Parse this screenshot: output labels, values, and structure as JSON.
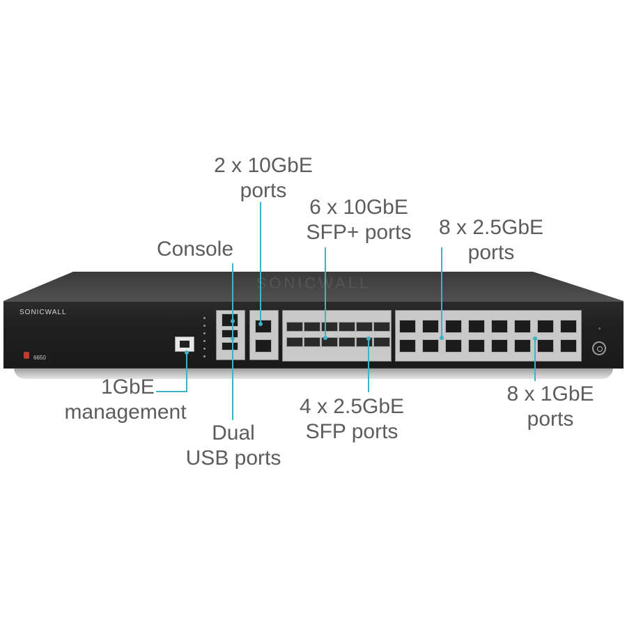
{
  "device": {
    "brand": "SONICWALL",
    "model": "6650"
  },
  "callouts": {
    "ten_gbe_2": {
      "line1": "2 x 10GbE",
      "line2": "ports"
    },
    "sfp_plus_6": {
      "line1": "6 x 10GbE",
      "line2": "SFP+ ports"
    },
    "two_five_gbe_8": {
      "line1": "8 x 2.5GbE",
      "line2": "ports"
    },
    "console": {
      "line1": "Console"
    },
    "mgmt": {
      "line1": "1GbE",
      "line2": "management"
    },
    "usb": {
      "line1": "Dual",
      "line2": "USB ports"
    },
    "sfp_4": {
      "line1": "4 x 2.5GbE",
      "line2": "SFP ports"
    },
    "one_gbe_8": {
      "line1": "8 x 1GbE",
      "line2": "ports"
    }
  },
  "colors": {
    "callout_line": "#3fb3c6",
    "label_text": "#5c5c5c",
    "chassis": "#1f1f1f"
  }
}
